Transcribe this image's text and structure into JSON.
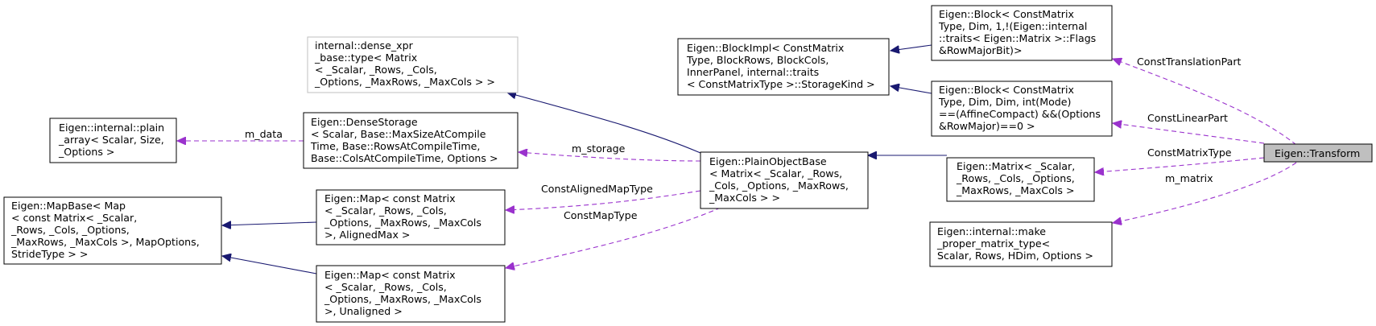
{
  "colors": {
    "inheritance": "#191970",
    "usage": "#9a32cd",
    "focus_fill": "#bfbfbf",
    "unresolved_border": "#bfbfbf"
  },
  "nodes": {
    "transform": [
      "Eigen::Transform"
    ],
    "block_translation": [
      "Eigen::Block< ConstMatrix",
      "Type, Dim, 1,!(Eigen::internal",
      "::traits< Eigen::Matrix >::Flags",
      "&RowMajorBit)>"
    ],
    "block_linear": [
      "Eigen::Block< ConstMatrix",
      "Type, Dim, Dim, int(Mode)",
      "==(AffineCompact) &&(Options",
      "&RowMajor)==0 >"
    ],
    "block_impl": [
      "Eigen::BlockImpl< ConstMatrix",
      "Type, BlockRows, BlockCols,",
      " InnerPanel, internal::traits",
      "< ConstMatrixType >::StorageKind >"
    ],
    "matrix": [
      "Eigen::Matrix< _Scalar,",
      " _Rows, _Cols, _Options,",
      " _MaxRows, _MaxCols >"
    ],
    "make_proper": [
      "Eigen::internal::make",
      "_proper_matrix_type<",
      " Scalar, Rows, HDim, Options >"
    ],
    "plain_object_base": [
      "Eigen::PlainObjectBase",
      "< Matrix< _Scalar, _Rows,",
      " _Cols, _Options, _MaxRows,",
      " _MaxCols > >"
    ],
    "dense_xpr": [
      "internal::dense_xpr",
      "_base::type< Matrix",
      "< _Scalar, _Rows, _Cols,",
      " _Options, _MaxRows, _MaxCols > >"
    ],
    "dense_storage": [
      "Eigen::DenseStorage",
      "< Scalar, Base::MaxSizeAtCompile",
      "Time, Base::RowsAtCompileTime,",
      " Base::ColsAtCompileTime, Options >"
    ],
    "map_aligned": [
      "Eigen::Map< const Matrix",
      "< _Scalar, _Rows, _Cols,",
      " _Options, _MaxRows, _MaxCols",
      " >, AlignedMax >"
    ],
    "map_unaligned": [
      "Eigen::Map< const Matrix",
      "< _Scalar, _Rows, _Cols,",
      " _Options, _MaxRows, _MaxCols",
      " >, Unaligned >"
    ],
    "plain_array": [
      "Eigen::internal::plain",
      "_array< Scalar, Size,",
      " _Options >"
    ],
    "map_base": [
      "Eigen::MapBase< Map",
      "< const Matrix< _Scalar,",
      " _Rows, _Cols, _Options,",
      " _MaxRows, _MaxCols >, MapOptions,",
      " StrideType > >"
    ]
  },
  "edge_labels": {
    "const_translation_part": "ConstTranslationPart",
    "const_linear_part": "ConstLinearPart",
    "const_matrix_type": "ConstMatrixType",
    "m_matrix": "m_matrix",
    "m_storage": "m_storage",
    "const_aligned_map_type": "ConstAlignedMapType",
    "const_map_type": "ConstMapType",
    "m_data": "m_data"
  }
}
